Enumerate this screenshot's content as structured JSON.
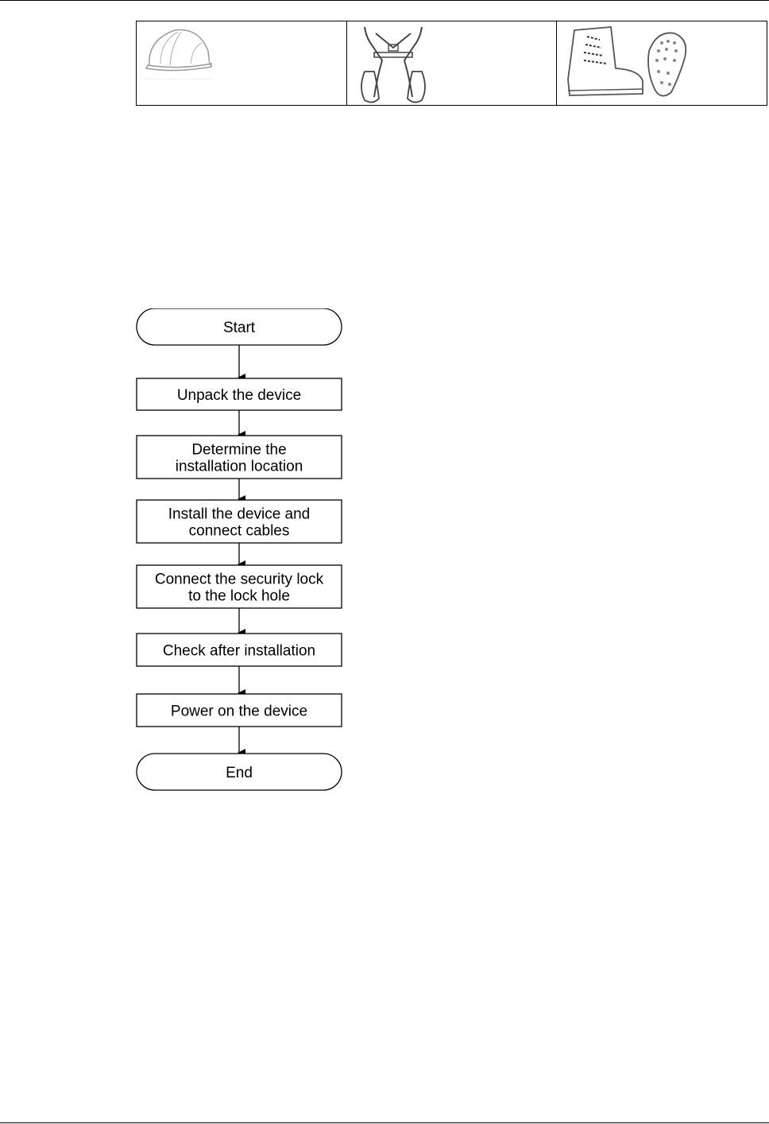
{
  "ppe_items": [
    {
      "icon": "safety-helmet-icon"
    },
    {
      "icon": "safety-harness-icon"
    },
    {
      "icon": "safety-boots-icon"
    }
  ],
  "flowchart": {
    "nodes": [
      {
        "id": "start",
        "shape": "terminator",
        "lines": [
          "Start"
        ]
      },
      {
        "id": "unpack",
        "shape": "process",
        "lines": [
          "Unpack the device"
        ]
      },
      {
        "id": "location",
        "shape": "process",
        "lines": [
          "Determine the",
          "installation location"
        ]
      },
      {
        "id": "install",
        "shape": "process",
        "lines": [
          "Install the device and",
          "connect cables"
        ]
      },
      {
        "id": "lock",
        "shape": "process",
        "lines": [
          "Connect the security lock",
          "to the lock hole"
        ]
      },
      {
        "id": "check",
        "shape": "process",
        "lines": [
          "Check after installation"
        ]
      },
      {
        "id": "power",
        "shape": "process",
        "lines": [
          "Power on the device"
        ]
      },
      {
        "id": "end",
        "shape": "terminator",
        "lines": [
          "End"
        ]
      }
    ]
  }
}
